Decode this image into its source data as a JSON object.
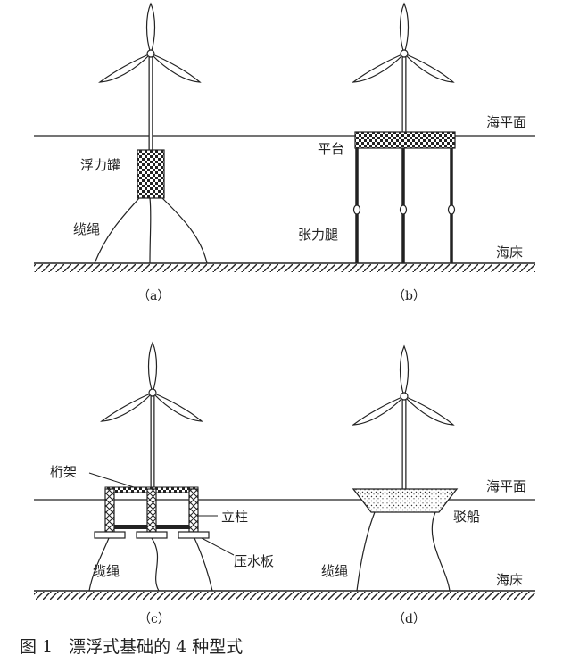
{
  "labels": {
    "sea_level": "海平面",
    "seabed": "海床",
    "buoy_tank": "浮力罐",
    "mooring_cable": "缆绳",
    "platform": "平台",
    "tension_leg": "张力腿",
    "truss": "桁架",
    "column": "立柱",
    "heave_plate": "压水板",
    "barge": "驳船"
  },
  "subfigures": {
    "a": "（a）",
    "b": "（b）",
    "c": "（c）",
    "d": "（d）"
  },
  "caption": {
    "number": "图 1",
    "text": "漂浮式基础的 4 种型式"
  },
  "colors": {
    "line": "#222222",
    "background": "#ffffff"
  }
}
